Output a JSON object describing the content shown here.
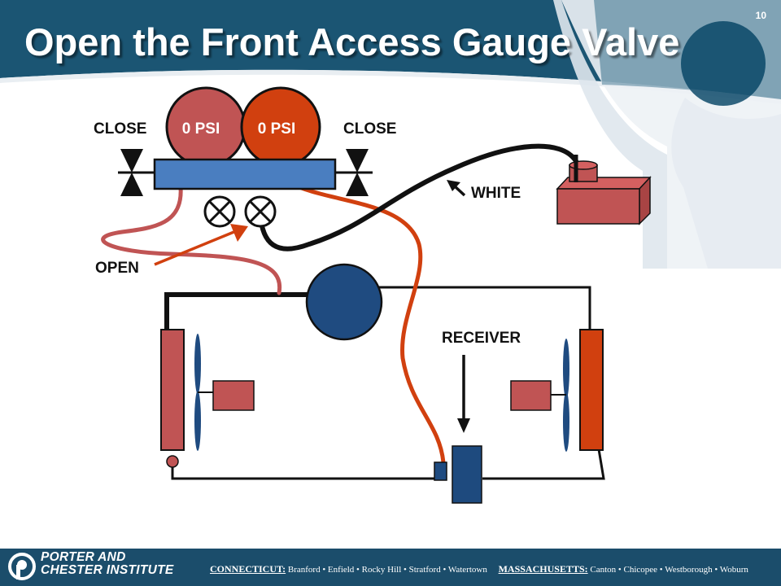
{
  "slide": {
    "title": "Open the Front Access Gauge Valve",
    "number": "10"
  },
  "diagram": {
    "left_valve_label": "CLOSE",
    "right_valve_label": "CLOSE",
    "low_gauge_reading": "0 PSI",
    "high_gauge_reading": "0 PSI",
    "open_label": "OPEN",
    "white_label": "WHITE",
    "receiver_label": "RECEIVER"
  },
  "footer": {
    "org_line1": "PORTER AND",
    "org_line2": "CHESTER INSTITUTE",
    "ct_region": "CONNECTICUT:",
    "ct_cities": "Branford • Enfield • Rocky Hill • Stratford • Watertown",
    "ma_region": "MASSACHUSETTS:",
    "ma_cities": "Canton • Chicopee • Westborough • Woburn"
  },
  "colors": {
    "header_blue": "#1b5573",
    "low_side_red": "#c05454",
    "high_side_red": "#d1400f",
    "manifold_blue": "#4a7ec0",
    "compressor_blue": "#1f4b80",
    "receiver_blue": "#1e4a7e"
  }
}
